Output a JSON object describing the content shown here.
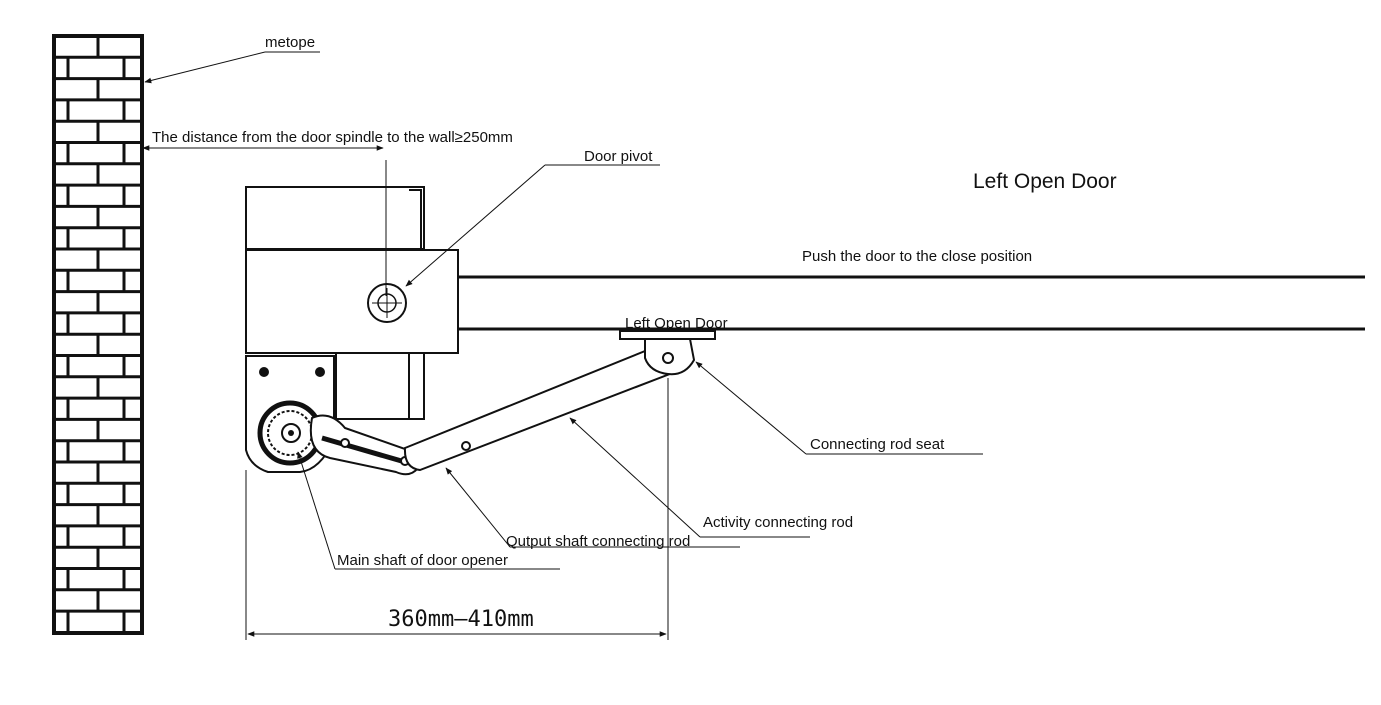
{
  "labels": {
    "metope": "metope",
    "distance": "The distance from the door spindle to the wall≥250mm",
    "door_pivot": "Door pivot",
    "title": "Left Open Door",
    "push_close": "Push the door to the close position",
    "left_open_door_mark": "Left Open Door",
    "connecting_rod_seat": "Connecting rod seat",
    "activity_rod": "Activity connecting rod",
    "output_rod": "Qutput shaft connecting rod",
    "main_shaft": "Main shaft of door opener",
    "dimension": "360mm—410mm"
  }
}
